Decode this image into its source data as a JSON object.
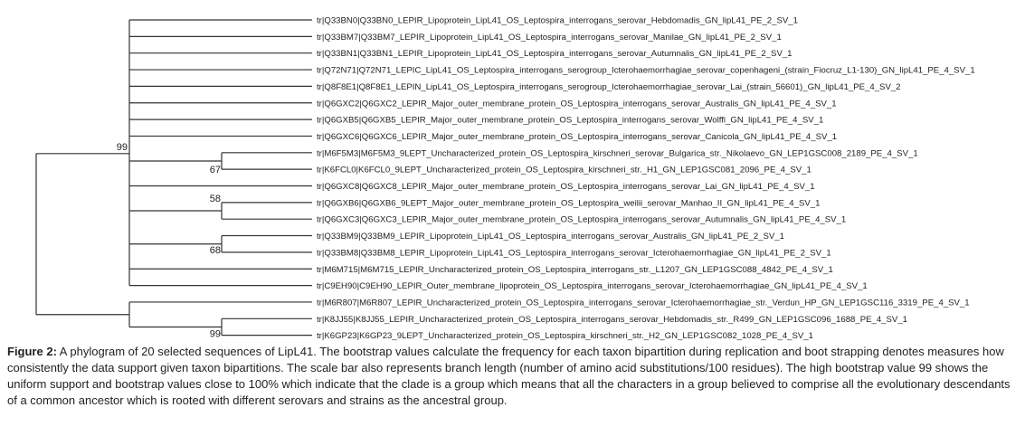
{
  "figure": {
    "label": "Figure 2:",
    "caption": " A phylogram of 20 selected sequences of LipL41. The bootstrap values calculate the frequency for each taxon bipartition during replication and boot strapping denotes measures how consistently the data support given taxon bipartitions. The scale bar also represents branch length (number of amino acid substitutions/100 residues). The high bootstrap value 99 shows the uniform support and bootstrap values close to 100% which indicate that the clade is a group which means that all the characters in a group believed to comprise all the evolutionary descendants of a common ancestor which is rooted with different serovars and strains as the ancestral group."
  },
  "tree": {
    "leaves": [
      "tr|Q33BN0|Q33BN0_LEPIR_Lipoprotein_LipL41_OS_Leptospira_interrogans_serovar_Hebdomadis_GN_lipL41_PE_2_SV_1",
      "tr|Q33BM7|Q33BM7_LEPIR_Lipoprotein_LipL41_OS_Leptospira_interrogans_serovar_Manilae_GN_lipL41_PE_2_SV_1",
      "tr|Q33BN1|Q33BN1_LEPIR_Lipoprotein_LipL41_OS_Leptospira_interrogans_serovar_Autumnalis_GN_lipL41_PE_2_SV_1",
      "tr|Q72N71|Q72N71_LEPIC_LipL41_OS_Leptospira_interrogans_serogroup_Icterohaemorrhagiae_serovar_copenhageni_(strain_Fiocruz_L1-130)_GN_lipL41_PE_4_SV_1",
      "tr|Q8F8E1|Q8F8E1_LEPIN_LipL41_OS_Leptospira_interrogans_serogroup_Icterohaemorrhagiae_serovar_Lai_(strain_56601)_GN_lipL41_PE_4_SV_2",
      "tr|Q6GXC2|Q6GXC2_LEPIR_Major_outer_membrane_protein_OS_Leptospira_interrogans_serovar_Australis_GN_lipL41_PE_4_SV_1",
      "tr|Q6GXB5|Q6GXB5_LEPIR_Major_outer_membrane_protein_OS_Leptospira_interrogans_serovar_Wolffi_GN_lipL41_PE_4_SV_1",
      "tr|Q6GXC6|Q6GXC6_LEPIR_Major_outer_membrane_protein_OS_Leptospira_interrogans_serovar_Canicola_GN_lipL41_PE_4_SV_1",
      "tr|M6F5M3|M6F5M3_9LEPT_Uncharacterized_protein_OS_Leptospira_kirschneri_serovar_Bulgarica_str._Nikolaevo_GN_LEP1GSC008_2189_PE_4_SV_1",
      "tr|K6FCL0|K6FCL0_9LEPT_Uncharacterized_protein_OS_Leptospira_kirschneri_str._H1_GN_LEP1GSC081_2096_PE_4_SV_1",
      "tr|Q6GXC8|Q6GXC8_LEPIR_Major_outer_membrane_protein_OS_Leptospira_interrogans_serovar_Lai_GN_lipL41_PE_4_SV_1",
      "tr|Q6GXB6|Q6GXB6_9LEPT_Major_outer_membrane_protein_OS_Leptospira_weilii_serovar_Manhao_II_GN_lipL41_PE_4_SV_1",
      "tr|Q6GXC3|Q6GXC3_LEPIR_Major_outer_membrane_protein_OS_Leptospira_interrogans_serovar_Autumnalis_GN_lipL41_PE_4_SV_1",
      "tr|Q33BM9|Q33BM9_LEPIR_Lipoprotein_LipL41_OS_Leptospira_interrogans_serovar_Australis_GN_lipL41_PE_2_SV_1",
      "tr|Q33BM8|Q33BM8_LEPIR_Lipoprotein_LipL41_OS_Leptospira_interrogans_serovar_Icterohaemorrhagiae_GN_lipL41_PE_2_SV_1",
      "tr|M6M715|M6M715_LEPIR_Uncharacterized_protein_OS_Leptospira_interrogans_str._L1207_GN_LEP1GSC088_4842_PE_4_SV_1",
      "tr|C9EH90|C9EH90_LEPIR_Outer_membrane_lipoprotein_OS_Leptospira_interrogans_serovar_Icterohaemorrhagiae_GN_lipL41_PE_4_SV_1",
      "tr|M6R807|M6R807_LEPIR_Uncharacterized_protein_OS_Leptospira_interrogans_serovar_Icterohaemorrhagiae_str._Verdun_HP_GN_LEP1GSC116_3319_PE_4_SV_1",
      "tr|K8JJ55|K8JJ55_LEPIR_Uncharacterized_protein_OS_Leptospira_interrogans_serovar_Hebdomadis_str._R499_GN_LEP1GSC096_1688_PE_4_SV_1",
      "tr|K6GP23|K6GP23_9LEPT_Uncharacterized_protein_OS_Leptospira_kirschneri_str._H2_GN_LEP1GSC082_1028_PE_4_SV_1"
    ],
    "bootstrap": {
      "main_clade": "99",
      "kirschneri_pair": "67",
      "weilii_pair": "58",
      "lipoprotein_pair": "68",
      "outgroup_pair": "99"
    }
  }
}
